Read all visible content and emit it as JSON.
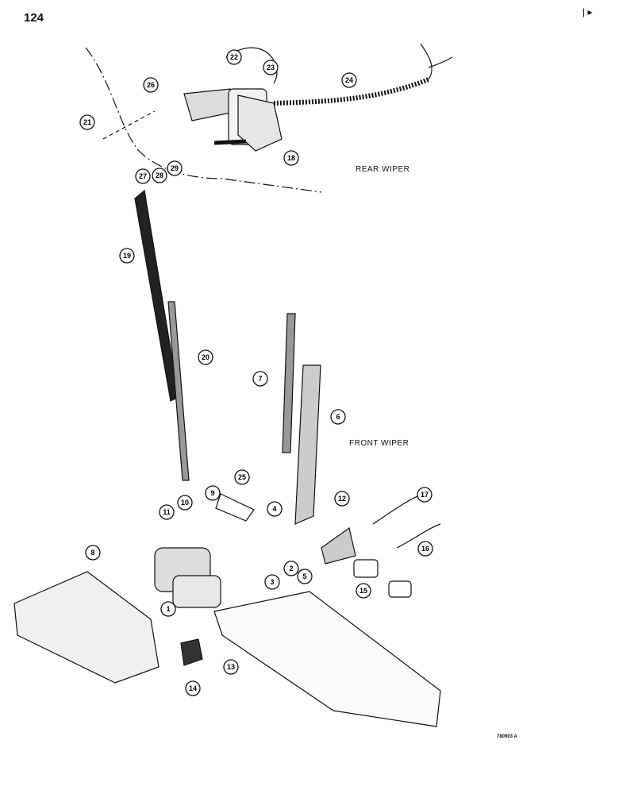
{
  "page": {
    "number": "124",
    "corner_mark": "| ▸",
    "drawing_code": "780903 A"
  },
  "sections": {
    "rear": "REAR WIPER",
    "front": "FRONT WIPER"
  },
  "callouts": [
    {
      "id": "21",
      "label": "21"
    },
    {
      "id": "26",
      "label": "26"
    },
    {
      "id": "22",
      "label": "22"
    },
    {
      "id": "23",
      "label": "23"
    },
    {
      "id": "24",
      "label": "24"
    },
    {
      "id": "18",
      "label": "18"
    },
    {
      "id": "29",
      "label": "29"
    },
    {
      "id": "28",
      "label": "28"
    },
    {
      "id": "27",
      "label": "27"
    },
    {
      "id": "19",
      "label": "19"
    },
    {
      "id": "20",
      "label": "20"
    },
    {
      "id": "7",
      "label": "7"
    },
    {
      "id": "6",
      "label": "6"
    },
    {
      "id": "25",
      "label": "25"
    },
    {
      "id": "9",
      "label": "9"
    },
    {
      "id": "10",
      "label": "10"
    },
    {
      "id": "11",
      "label": "11"
    },
    {
      "id": "12",
      "label": "12"
    },
    {
      "id": "17",
      "label": "17"
    },
    {
      "id": "4",
      "label": "4"
    },
    {
      "id": "8",
      "label": "8"
    },
    {
      "id": "2",
      "label": "2"
    },
    {
      "id": "5",
      "label": "5"
    },
    {
      "id": "3",
      "label": "3"
    },
    {
      "id": "16",
      "label": "16"
    },
    {
      "id": "15",
      "label": "15"
    },
    {
      "id": "1",
      "label": "1"
    },
    {
      "id": "13",
      "label": "13"
    },
    {
      "id": "14",
      "label": "14"
    }
  ]
}
